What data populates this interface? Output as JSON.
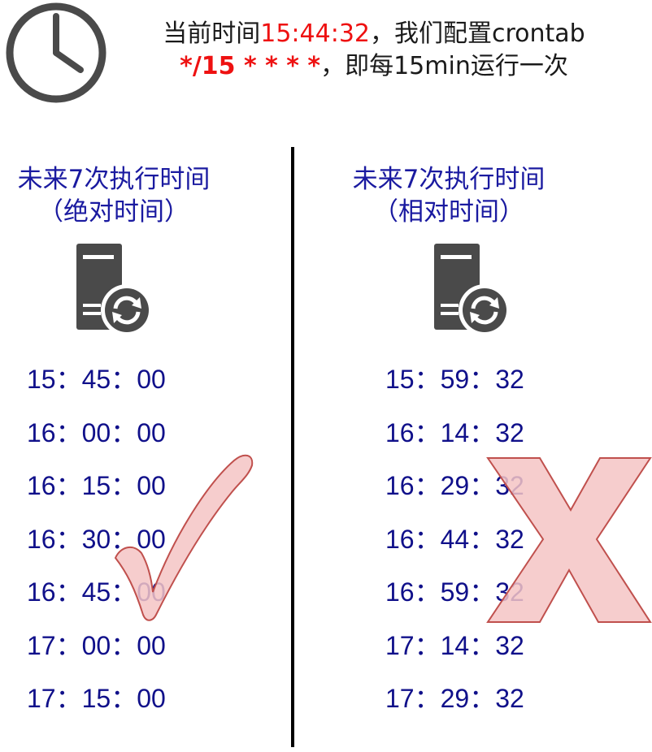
{
  "header": {
    "line1_prefix": "当前时间",
    "current_time": "15:44:32",
    "line1_suffix": "，我们配置crontab",
    "cron_minute": "*/15",
    "cron_rest": " * * * *",
    "line2_suffix": "，即每15min运行一次"
  },
  "left": {
    "title": "未来7次执行时间",
    "subtitle": "（绝对时间）",
    "times": [
      "15：45：00",
      "16：00：00",
      "16：15：00",
      "16：30：00",
      "16：45：00",
      "17：00：00",
      "17：15：00"
    ]
  },
  "right": {
    "title": "未来7次执行时间",
    "subtitle": "（相对时间）",
    "times": [
      "15：59：32",
      "16：14：32",
      "16：29：32",
      "16：44：32",
      "16：59：32",
      "17：14：32",
      "17：29：32"
    ]
  },
  "icons": {
    "clock": "clock-icon",
    "server": "server-sync-icon",
    "correct": "check-mark-icon",
    "wrong": "cross-mark-icon"
  },
  "colors": {
    "title_blue": "#1a1aa0",
    "time_navy": "#10108a",
    "highlight_red": "#ee1111",
    "mark_fill": "#f4c4c4",
    "mark_stroke": "#c0504d",
    "icon_gray": "#4a4a4a"
  }
}
